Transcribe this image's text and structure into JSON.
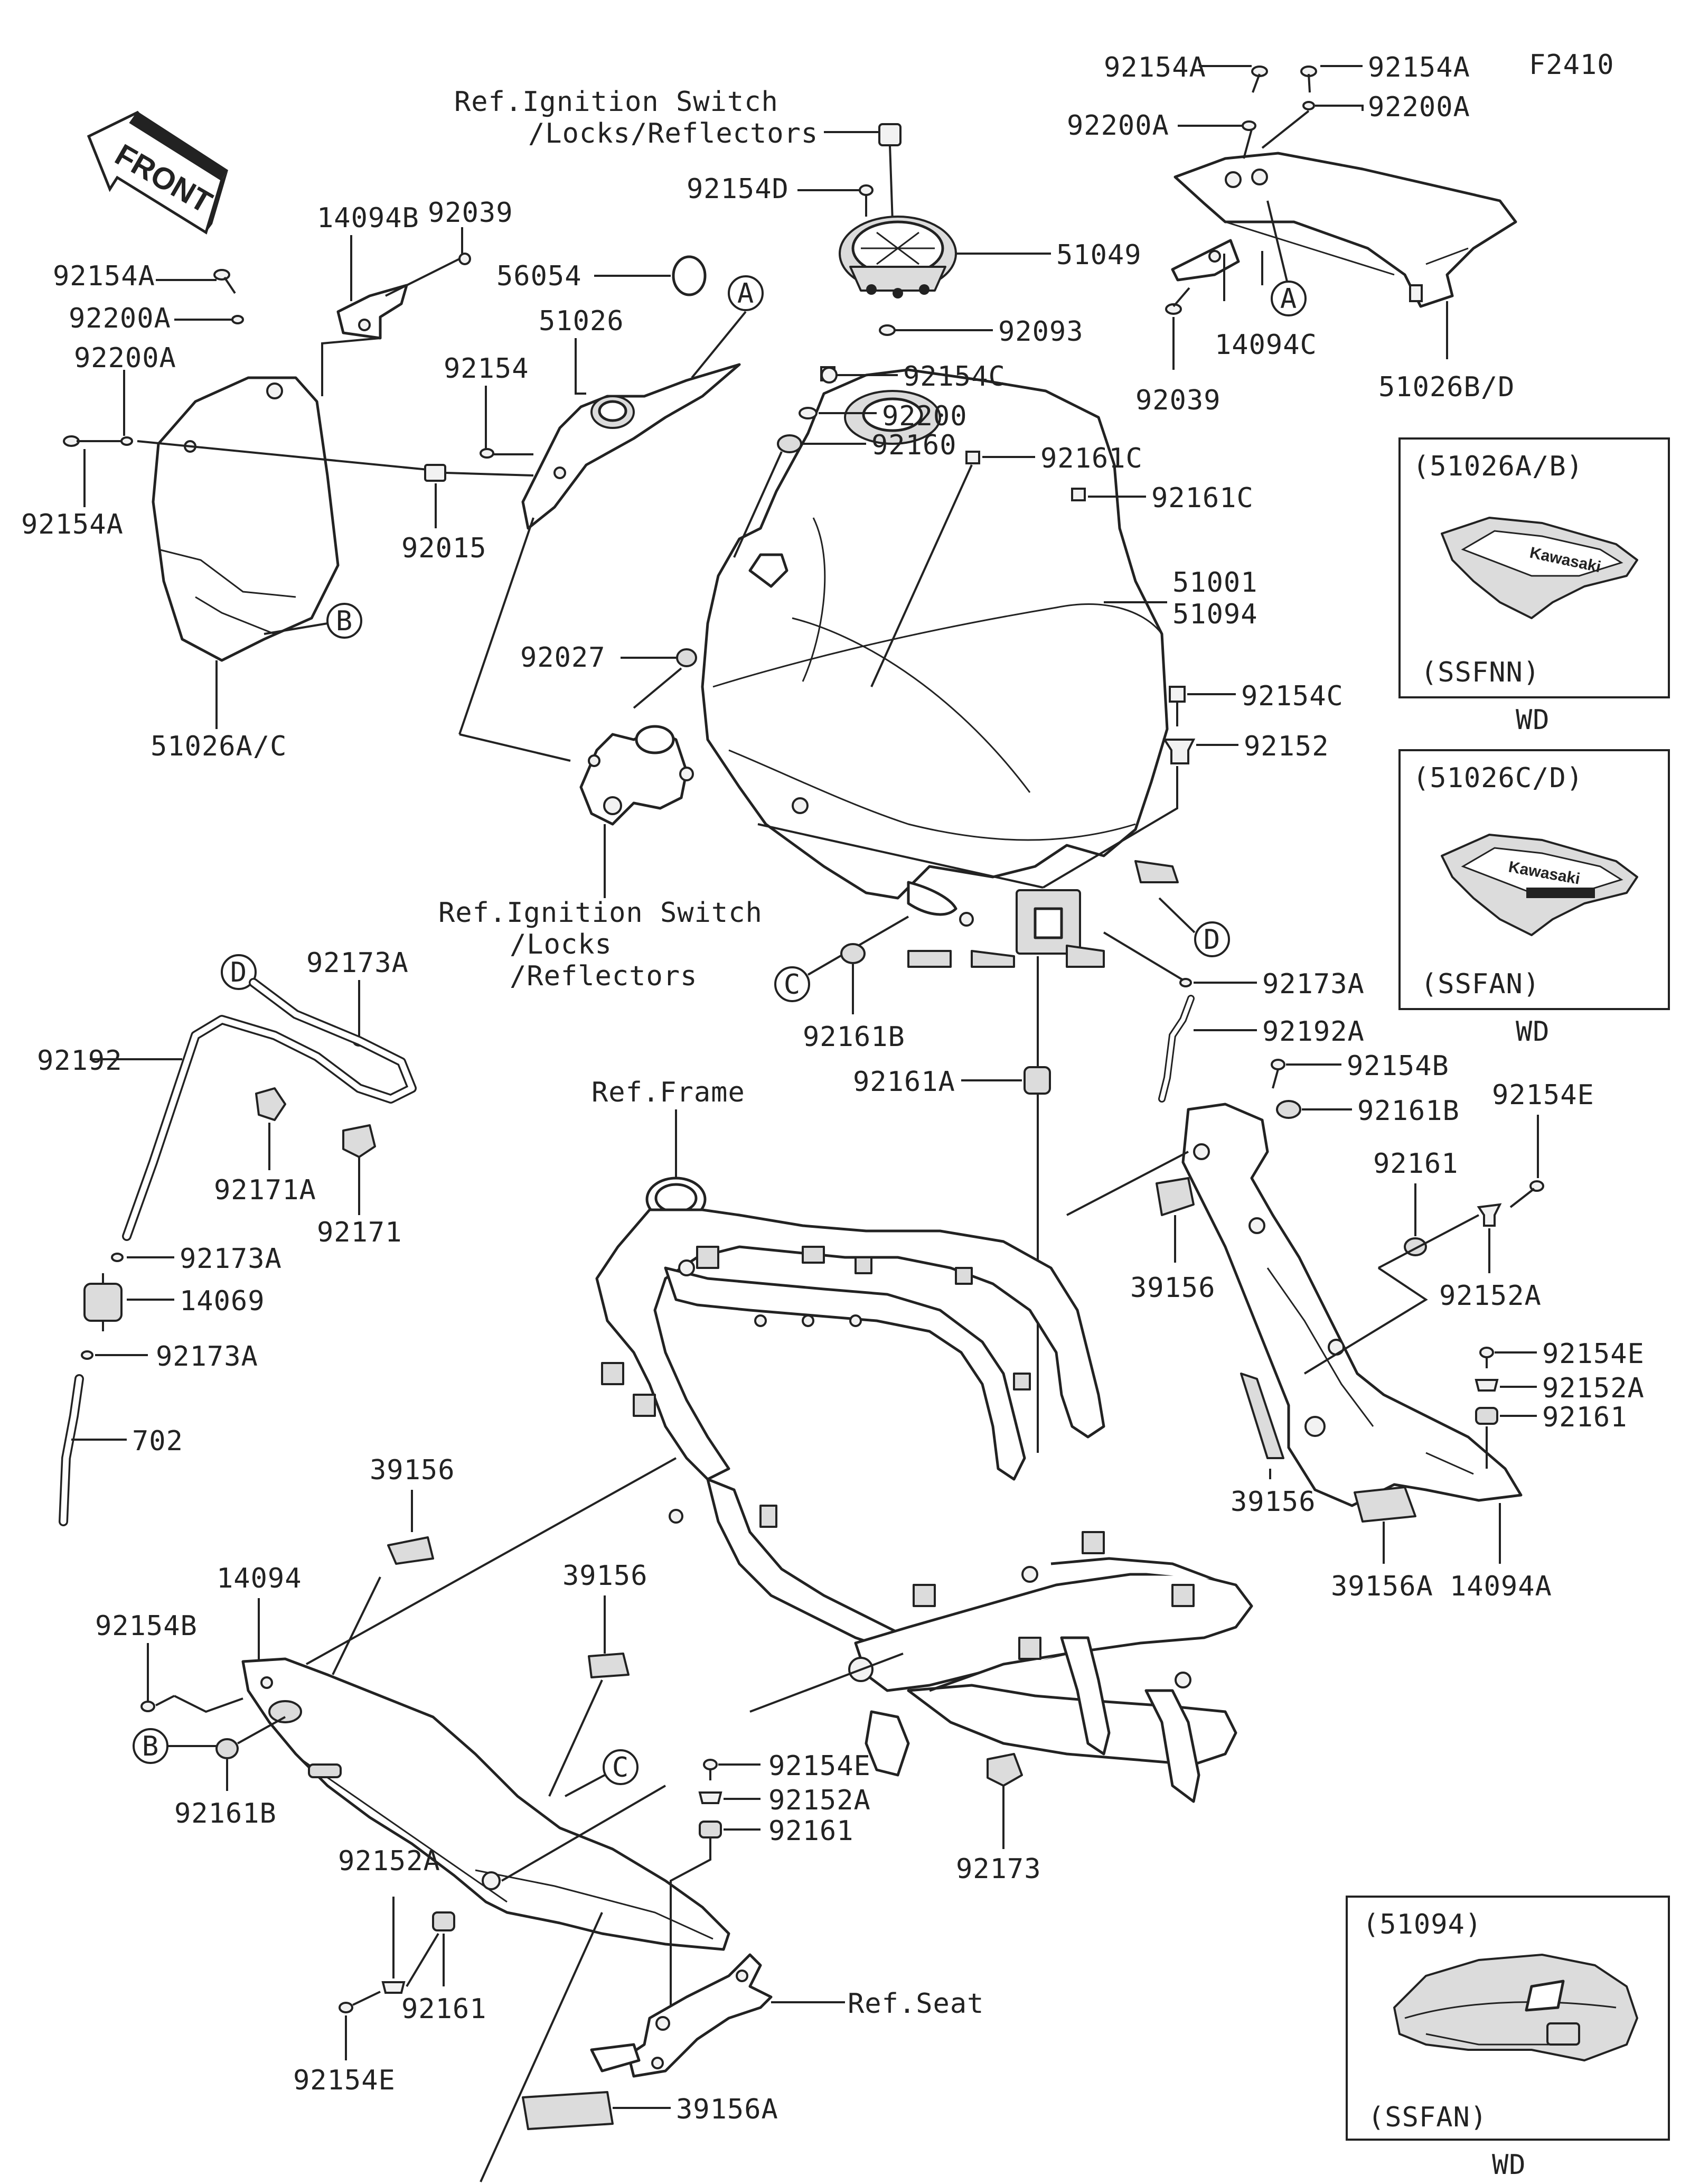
{
  "figure_code": "F2410",
  "front_arrow_text": "FRONT",
  "callouts": [
    "A",
    "B",
    "C",
    "D"
  ],
  "labels": {
    "r_92154A_top_l": "92154A",
    "r_92154A_top_r": "92154A",
    "r_92200A_top_l": "92200A",
    "r_92200A_top_r": "92200A",
    "r_ref_ign_top_1": "Ref.Ignition Switch",
    "r_ref_ign_top_2": "/Locks/Reflectors",
    "r_92154D": "92154D",
    "r_51049": "51049",
    "r_92093": "92093",
    "r_14094C": "14094C",
    "r_92039_r": "92039",
    "r_51026BD": "51026B/D",
    "r_14094B": "14094B",
    "r_92039_l": "92039",
    "r_92154A_l": "92154A",
    "r_92200A_l": "92200A",
    "r_92200A_l2": "92200A",
    "r_92154A_l2": "92154A",
    "r_56054": "56054",
    "r_51026": "51026",
    "r_92154": "92154",
    "r_92015": "92015",
    "r_51026AC": "51026A/C",
    "r_92154C_t": "92154C",
    "r_92200": "92200",
    "r_92160": "92160",
    "r_92161C_a": "92161C",
    "r_92161C_b": "92161C",
    "r_51001": "51001",
    "r_51094": "51094",
    "r_92027": "92027",
    "r_92154C_m": "92154C",
    "r_92152": "92152",
    "r_ref_ign_mid_1": "Ref.Ignition Switch",
    "r_ref_ign_mid_2": "/Locks",
    "r_ref_ign_mid_3": "/Reflectors",
    "r_92161B_c": "92161B",
    "r_92173A_r": "92173A",
    "r_92192A": "92192A",
    "r_92161A": "92161A",
    "r_ref_frame": "Ref.Frame",
    "r_92173A_t": "92173A",
    "r_92192": "92192",
    "r_92171A": "92171A",
    "r_92171": "92171",
    "r_92173A_m": "92173A",
    "r_14069": "14069",
    "r_92173A_b": "92173A",
    "r_702": "702",
    "r_92154B_r": "92154B",
    "r_92161B_r": "92161B",
    "r_92154E_r": "92154E",
    "r_92161_r": "92161",
    "r_39156_r": "39156",
    "r_92152A_r": "92152A",
    "r_92154E_r2": "92154E",
    "r_92152A_r2": "92152A",
    "r_92161_r2": "92161",
    "r_39156_r2": "39156",
    "r_39156A_r": "39156A",
    "r_14094A": "14094A",
    "r_39156_l": "39156",
    "r_14094": "14094",
    "r_92154B_l": "92154B",
    "r_39156_c": "39156",
    "r_92161B_l": "92161B",
    "r_92154E_c": "92154E",
    "r_92152A_c": "92152A",
    "r_92161_c": "92161",
    "r_92173": "92173",
    "r_92152A_l": "92152A",
    "r_92161_l": "92161",
    "r_92154E_l": "92154E",
    "r_ref_seat": "Ref.Seat",
    "r_39156A_l": "39156A"
  },
  "insets": [
    {
      "title": "(51026A/B)",
      "code": "(SSFNN)",
      "tag": "WD",
      "brand": "Kawasaki"
    },
    {
      "title": "(51026C/D)",
      "code": "(SSFAN)",
      "tag": "WD",
      "brand": "Kawasaki"
    },
    {
      "title": "(51094)",
      "code": "(SSFAN)",
      "tag": "WD"
    }
  ]
}
